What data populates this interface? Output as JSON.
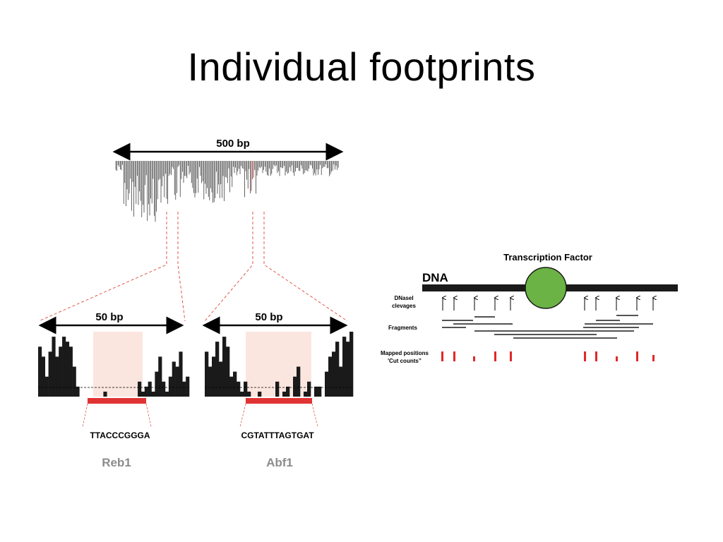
{
  "title": "Individual footprints",
  "left_figure": {
    "scale_500": "500 bp",
    "panels": [
      {
        "scale": "50 bp",
        "sequence": "TTACCCGGGA",
        "factor": "Reb1",
        "bars": [
          10,
          8,
          4,
          9,
          12,
          8,
          10,
          12,
          11,
          10,
          6,
          2,
          0,
          0,
          0,
          0,
          0,
          0,
          0,
          1,
          0,
          0,
          0,
          0,
          0,
          0,
          0,
          0,
          0,
          3,
          1,
          2,
          3,
          1,
          5,
          8,
          3,
          1,
          4,
          7,
          6,
          9,
          3,
          4
        ]
      },
      {
        "scale": "50 bp",
        "sequence": "CGTATTTAGTGAT",
        "factor": "Abf1",
        "bars": [
          9,
          6,
          8,
          11,
          7,
          12,
          10,
          4,
          5,
          3,
          1,
          3,
          1,
          0,
          0,
          1,
          0,
          0,
          0,
          0,
          3,
          0,
          1,
          2,
          0,
          4,
          6,
          0,
          1,
          3,
          0,
          2,
          2,
          0,
          5,
          8,
          9,
          11,
          6,
          12,
          11,
          13
        ]
      }
    ]
  },
  "right_figure": {
    "title": "Transcription Factor",
    "dna_label": "DNA",
    "cleavage_label_line1": "DNaseI",
    "cleavage_label_line2": "clevages",
    "fragments_label": "Fragments",
    "mapped_label_line1": "Mapped positions",
    "mapped_label_line2": "'Cut counts”"
  },
  "colors": {
    "bar": "#1a1a1a",
    "footprint_shade": "#fbe6df",
    "footprint_bar": "#e03333",
    "zoom_dash": "#e05a4a",
    "tf_circle": "#6ab344",
    "cut_marks": "#e02828"
  }
}
